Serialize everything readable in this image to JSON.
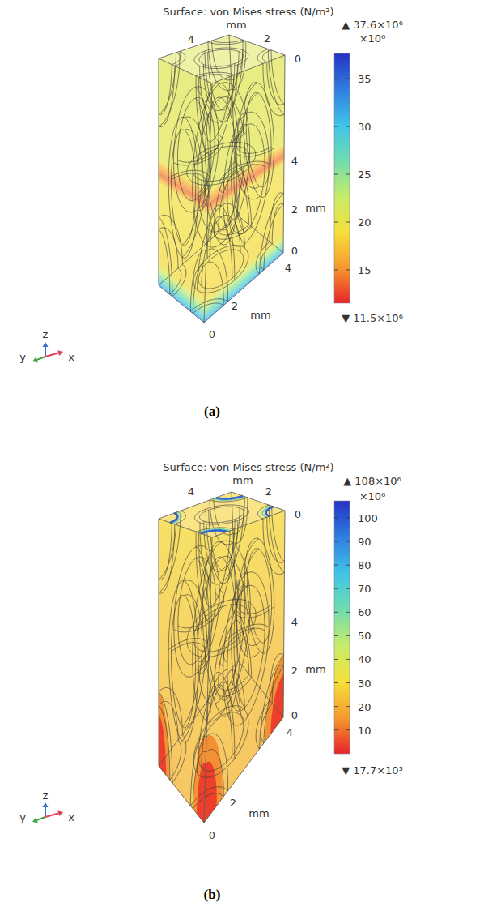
{
  "diagram": {
    "labels": [
      "Surface: von Mises stress (N/m²)",
      "▲ 37.6×10⁶",
      "×10⁶",
      "35",
      "30",
      "25",
      "20",
      "15",
      "▼ 11.5×10⁶",
      "4",
      "mm",
      "2",
      "0",
      "4",
      "mm",
      "2",
      "0",
      "4",
      "2",
      "mm",
      "0",
      "y",
      "z",
      "x",
      "(a)",
      "Surface: von Mises stress (N/m²)",
      "▲ 108×10⁶",
      "×10⁶",
      "100",
      "90",
      "80",
      "70",
      "60",
      "50",
      "40",
      "30",
      "20",
      "10",
      "▼ 17.7×10³",
      "4",
      "mm",
      "2",
      "0",
      "4",
      "mm",
      "2",
      "0",
      "4",
      "2",
      "mm",
      "0",
      "y",
      "z",
      "x",
      "(b)"
    ]
  }
}
